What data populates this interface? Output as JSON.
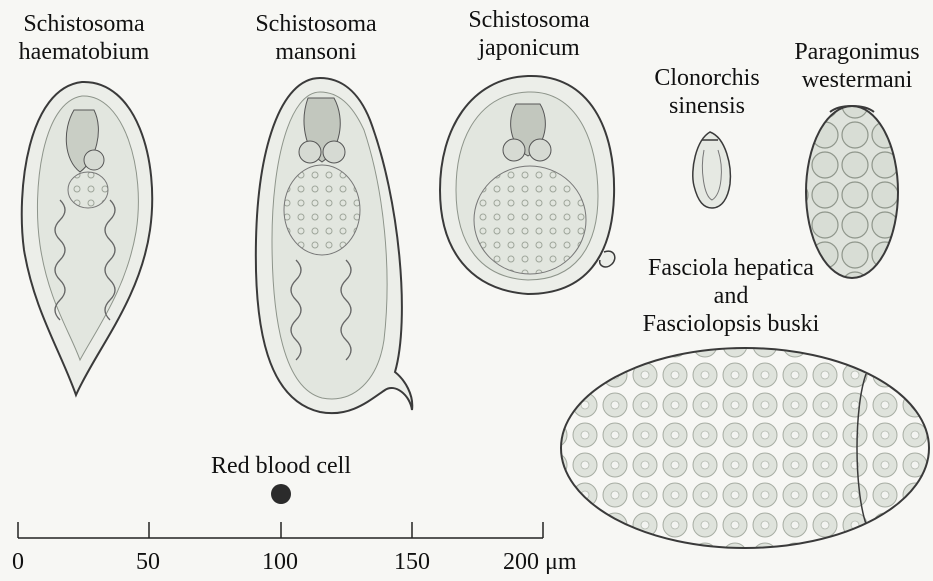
{
  "labels": {
    "s_haematobium": [
      "Schistosoma",
      "haematobium"
    ],
    "s_mansoni": [
      "Schistosoma",
      "mansoni"
    ],
    "s_japonicum": [
      "Schistosoma",
      "japonicum"
    ],
    "c_sinensis": [
      "Clonorchis",
      "sinensis"
    ],
    "p_westermani": [
      "Paragonimus",
      "westermani"
    ],
    "fasciola": [
      "Fasciola hepatica",
      "and",
      "Fasciolopsis buski"
    ],
    "rbc": "Red blood cell"
  },
  "scale_bar": {
    "ticks": [
      "0",
      "50",
      "100",
      "150",
      "200"
    ],
    "unit": "μm"
  },
  "colors": {
    "egg_fill": "#e9ece6",
    "egg_outline": "#3a3a3a",
    "granule": "#b9bfb4",
    "rbc": "#2b2b2b"
  }
}
